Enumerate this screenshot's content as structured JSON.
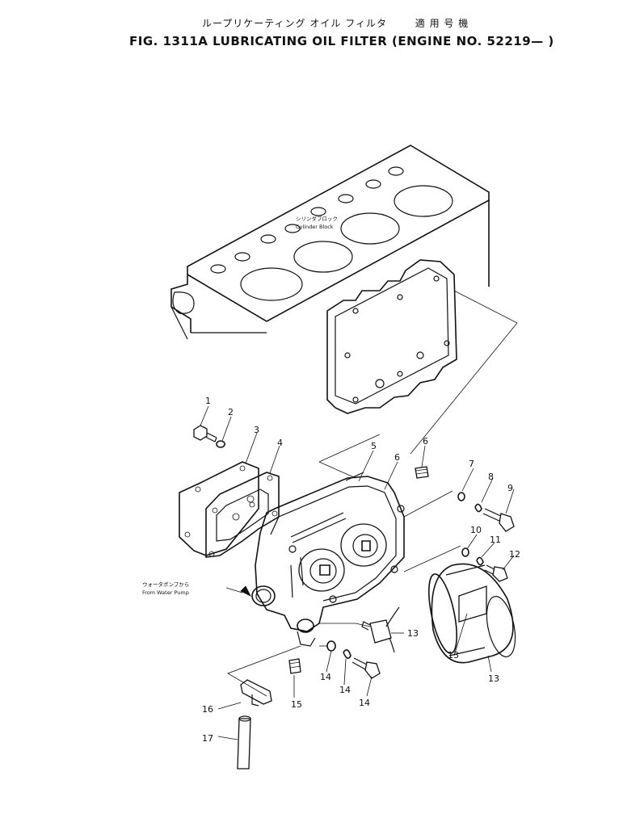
{
  "title_jp": "ループリケーティング オイル フィルタ",
  "applicability_jp": "適 用 号 機",
  "title_en": "FIG. 1311A  LUBRICATING  OIL  FILTER  (ENGINE  NO. 52219— )",
  "annotations": {
    "cylinder_block_jp": "シリンダブロック",
    "cylinder_block_en": "Cylinder  Block",
    "water_pump_jp": "ウォータポンプから",
    "water_pump_en": "From  Water  Pump"
  },
  "callouts": [
    "1",
    "2",
    "3",
    "4",
    "5",
    "6",
    "6",
    "7",
    "8",
    "9",
    "10",
    "11",
    "12",
    "13",
    "13",
    "13",
    "14",
    "14",
    "14",
    "15",
    "16",
    "17"
  ]
}
